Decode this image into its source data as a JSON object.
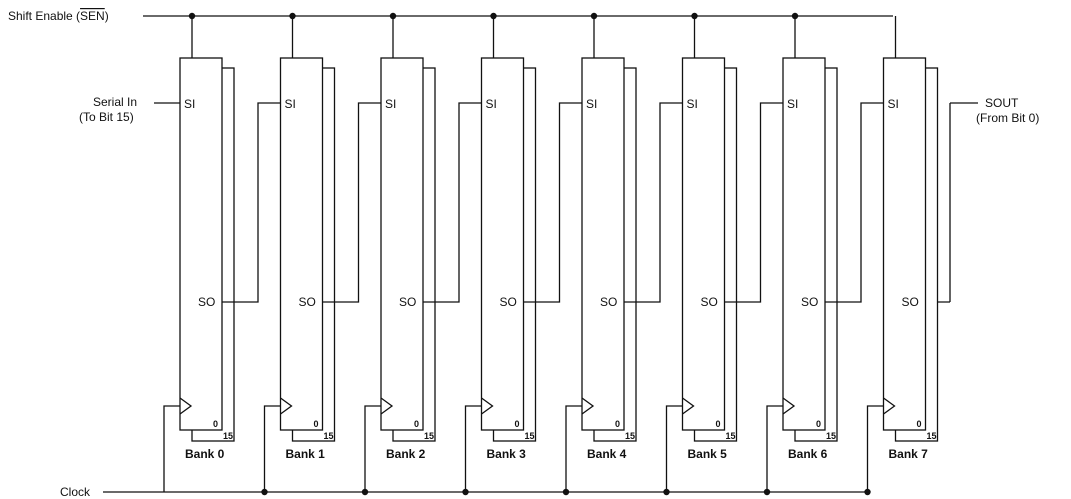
{
  "signals": {
    "shift_enable": "Shift Enable (SEN)",
    "shift_enable_prefix": "Shift Enable (",
    "shift_enable_bar": "SEN",
    "shift_enable_suffix": ")",
    "serial_in_line1": "Serial In",
    "serial_in_line2": "(To Bit 15)",
    "sout_line1": "SOUT",
    "sout_line2": "(From Bit 0)",
    "clock": "Clock"
  },
  "pins": {
    "si": "SI",
    "so": "SO",
    "bit_low": "0",
    "bit_high": "15"
  },
  "banks": [
    {
      "label": "Bank 0"
    },
    {
      "label": "Bank 1"
    },
    {
      "label": "Bank 2"
    },
    {
      "label": "Bank 3"
    },
    {
      "label": "Bank 4"
    },
    {
      "label": "Bank 5"
    },
    {
      "label": "Bank 6"
    },
    {
      "label": "Bank 7"
    }
  ]
}
